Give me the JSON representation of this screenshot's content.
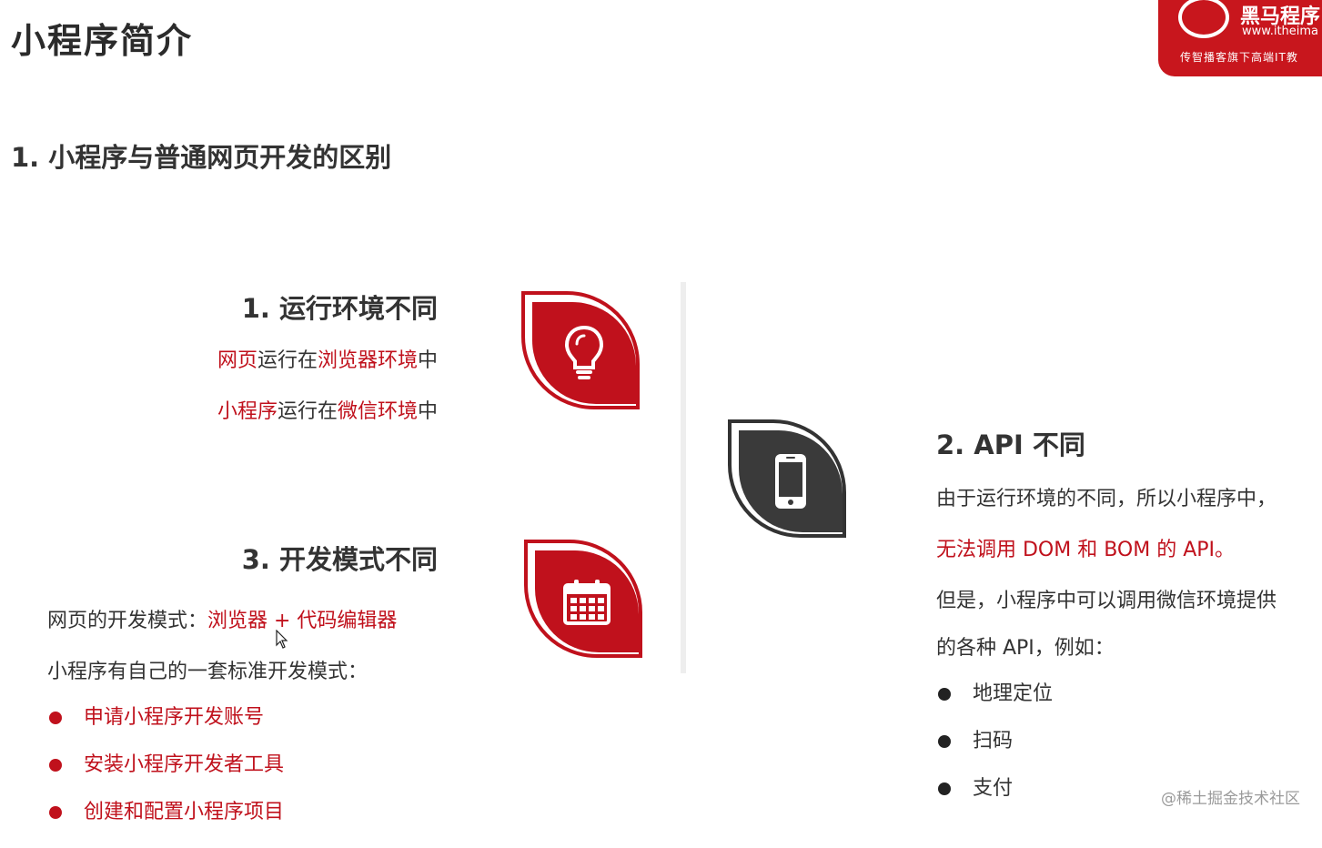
{
  "page": {
    "title": "小程序简介",
    "section_title": "1. 小程序与普通网页开发的区别"
  },
  "logo": {
    "name": "黑马程序",
    "url": "www.itheima",
    "slogan": "传智播客旗下高端IT教"
  },
  "runtime": {
    "heading": "1. 运行环境不同",
    "line1": {
      "a": "网页",
      "b": "运行在",
      "c": "浏览器环境",
      "d": "中"
    },
    "line2": {
      "a": "小程序",
      "b": "运行在",
      "c": "微信环境",
      "d": "中"
    },
    "icon": "lightbulb-icon"
  },
  "api": {
    "heading": "2. API 不同",
    "p1": "由于运行环境的不同，所以小程序中，",
    "p2": "无法调用 DOM 和 BOM 的 API。",
    "p3": "但是，小程序中可以调用微信环境提供",
    "p4": "的各种 API，例如：",
    "examples": [
      "地理定位",
      "扫码",
      "支付"
    ],
    "icon": "smartphone-icon"
  },
  "devmode": {
    "heading": "3. 开发模式不同",
    "web_prefix": "网页的开发模式：",
    "web_value": "浏览器 + 代码编辑器",
    "mp_intro": "小程序有自己的一套标准开发模式：",
    "steps": [
      "申请小程序开发账号",
      "安装小程序开发者工具",
      "创建和配置小程序项目"
    ],
    "icon": "calendar-icon"
  },
  "watermark": "@稀土掘金技术社区",
  "colors": {
    "accent": "#c0111c",
    "dark_icon": "#3a3a3a",
    "text": "#333333"
  }
}
